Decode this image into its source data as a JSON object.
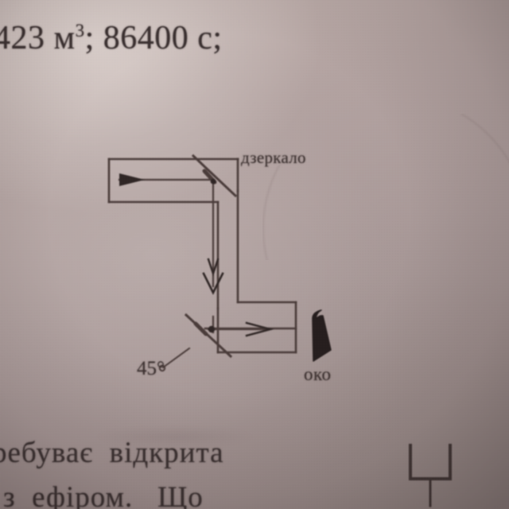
{
  "page": {
    "kind": "photographed-textbook-page",
    "language": "uk",
    "background_color": "#a89897",
    "ink_color": "#3a3030"
  },
  "text_lines": {
    "top_answer": "423 м",
    "top_answer_sup": "3",
    "top_answer_rest": "; 86400 с;",
    "bottom_line_1": "ребуває  відкрита",
    "bottom_line_2": "з  ефіром.   Що"
  },
  "diagram": {
    "title": "periscope-ray-diagram",
    "labels": {
      "mirror": "дзеркало",
      "angle": "45°",
      "eye": "око"
    },
    "elements": [
      "upper-horizontal-tube",
      "upper-45-degree-mirror",
      "vertical-tube",
      "lower-45-degree-mirror",
      "lower-horizontal-tube",
      "incoming-ray-arrow",
      "vertical-ray-arrow",
      "outgoing-ray-arrow",
      "eye-symbol"
    ],
    "stroke_color": "#4a3c3a"
  },
  "sketch": {
    "vessel": "u-shaped-vessel-on-stand"
  }
}
